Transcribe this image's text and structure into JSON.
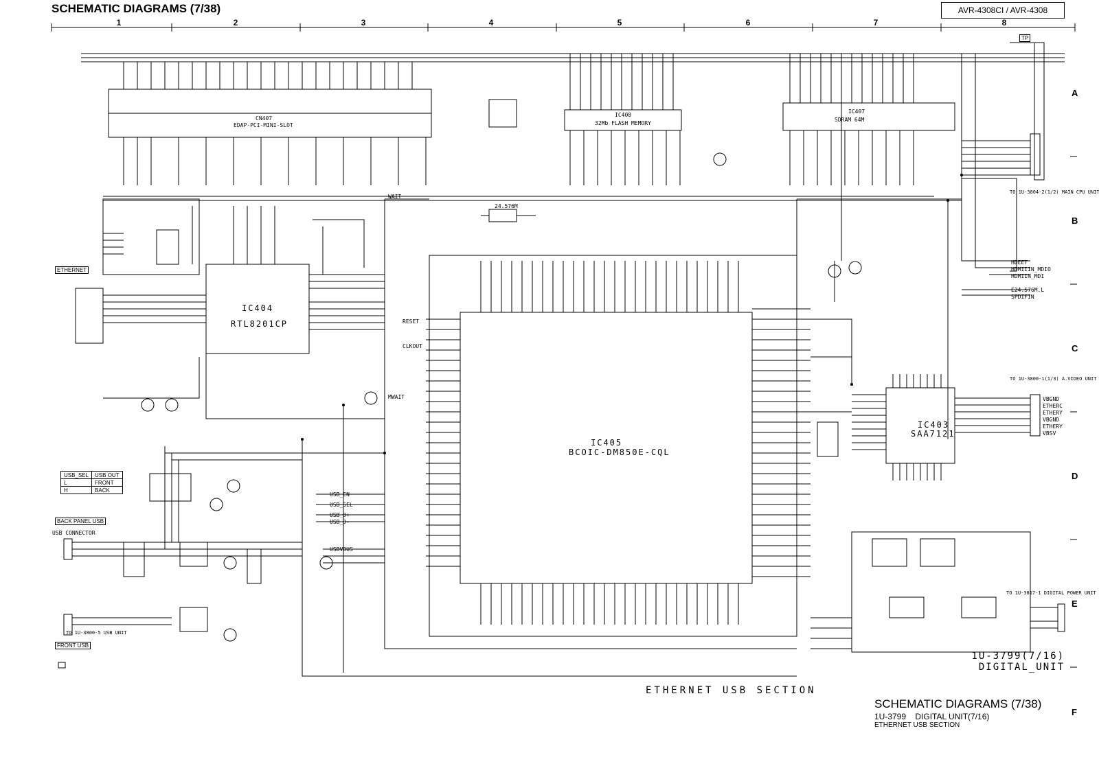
{
  "header": {
    "title": "SCHEMATIC DIAGRAMS (7/38)",
    "model": "AVR-4308CI / AVR-4308"
  },
  "grid": {
    "columns": [
      "1",
      "2",
      "3",
      "4",
      "5",
      "6",
      "7",
      "8"
    ],
    "rows": [
      "A",
      "B",
      "C",
      "D",
      "E",
      "F"
    ]
  },
  "chips": {
    "ic404": {
      "name": "IC404",
      "part": "RTL8201CP"
    },
    "ic405": {
      "name": "IC405",
      "part": "BCOIC-DM850E-CQL"
    },
    "ic403": {
      "name": "IC403",
      "part": "SAA7121"
    },
    "ic408": {
      "name": "IC408",
      "part": "32Mb FLASH MEMORY"
    },
    "ic407": {
      "name": "IC407",
      "part": "SDRAM 64M"
    },
    "cn407": {
      "name": "CN407",
      "part": "EDAP-PCI-MINI-SLOT"
    }
  },
  "labels": {
    "ethernet": "ETHERNET",
    "back_panel_usb": "BACK PANEL USB",
    "front_usb": "FRONT USB",
    "tp": "TP",
    "usb_sel_header": "USB_SEL",
    "usb_out_header": "USB OUT",
    "usb_rows": [
      {
        "sel": "L",
        "out": "FRONT"
      },
      {
        "sel": "H",
        "out": "BACK"
      }
    ],
    "usb_connector": "USB CONNECTOR",
    "to_main_cpu": "TO 1U-3804-2(1/2) MAIN CPU UNIT",
    "to_video_unit": "TO 1U-3800-1(1/3) A.VIDEO UNIT",
    "to_power_unit": "TO 1U-3817-1 DIGITAL POWER UNIT",
    "to_usb_unit": "TO 1U-3800-5 USB UNIT",
    "crystal": "24.576M"
  },
  "nets": {
    "top_left": [
      "RESET",
      "CLKOUT",
      "WAIT",
      "MWAIT"
    ],
    "right_signals": [
      "HDEET",
      "HDMIIIN_MDIO",
      "HDMIIN_MDI",
      "E24.576M.L",
      "SPDIFIN"
    ],
    "video_out": [
      "VBGND",
      "ETHERC",
      "ETHERY",
      "VBGND",
      "ETHERY",
      "VBSV"
    ],
    "usb": [
      "USB_EN",
      "USB_SEL",
      "USB_D+",
      "USB_D-",
      "USBVBUS"
    ]
  },
  "unit": {
    "line1": "1U-3799(7/16)",
    "line2": "DIGITAL_UNIT"
  },
  "section": "ETHERNET USB SECTION",
  "footer": {
    "title": "SCHEMATIC DIAGRAMS (7/38)",
    "line2": "1U-3799    DIGITAL UNIT(7/16)",
    "line3": "ETHERNET USB SECTION"
  }
}
